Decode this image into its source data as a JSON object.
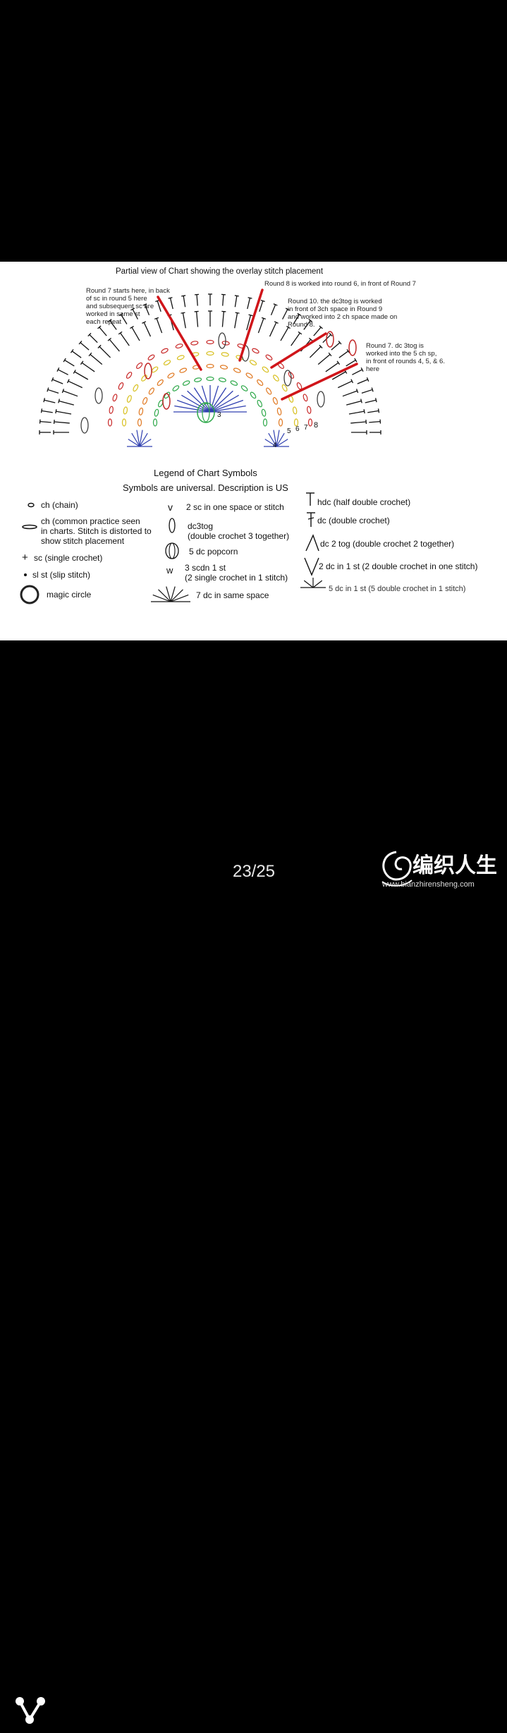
{
  "viewer": {
    "page_counter": "23/25",
    "share_icon": "share-nodes-icon",
    "logo_text": "编织人生",
    "logo_url": "www.bianzhirensheng.com"
  },
  "diagram": {
    "title": "Partial view of Chart showing the overlay stitch placement",
    "annotations": {
      "round7_start": [
        "Round 7 starts here, in back",
        "of sc in round 5 here",
        "and subsequent sc are",
        "worked in same st",
        "each repeat"
      ],
      "round8": "Round 8 is worked into round 6, in front of Round 7",
      "round10": [
        "Round 10. the dc3tog is worked",
        "in front of 3ch space in Round 9",
        "and worked into 2 ch space made on",
        "Round 8."
      ],
      "round7_dc3tog": [
        "Round 7. dc 3tog is",
        "worked into the 5 ch sp,",
        "in front of rounds 4, 5, & 6.",
        "here"
      ]
    },
    "round_numbers": [
      "3",
      "4",
      "5",
      "6",
      "7",
      "8"
    ],
    "colors": {
      "annotation_line": "#d0151a",
      "round_blue": "#3040b0",
      "round_green": "#2ea84a",
      "round_orange": "#e07820",
      "round_yellow": "#d8c020",
      "round_red": "#c82828",
      "outer_black": "#111111"
    }
  },
  "legend": {
    "title": "Legend of Chart Symbols",
    "subtitle": "Symbols are universal. Description is US",
    "col1": {
      "ch": "ch (chain)",
      "ch_distorted": [
        "ch (common practice seen",
        "in charts. Stitch is distorted to",
        "show stitch placement"
      ],
      "sc": "sc (single crochet)",
      "slst": "sl st (slip stitch)",
      "magic": "magic circle"
    },
    "col2": {
      "sc2": "2 sc in one space or stitch",
      "dc3tog": [
        "dc3tog",
        "(double crochet 3 together)"
      ],
      "popcorn": "5 dc popcorn",
      "sc3": [
        "3 scdn 1 st",
        "(2 single crochet in 1 stitch)"
      ],
      "dc7": "7 dc in same space"
    },
    "col3": {
      "hdc": "hdc (half double crochet)",
      "dc": "dc (double crochet)",
      "dc2tog": "dc 2 tog (double crochet 2 together)",
      "dc2": "2 dc in 1 st (2 double crochet in one stitch)",
      "dc5": "5 dc in 1 st (5 double crochet in 1 stitch)"
    }
  }
}
